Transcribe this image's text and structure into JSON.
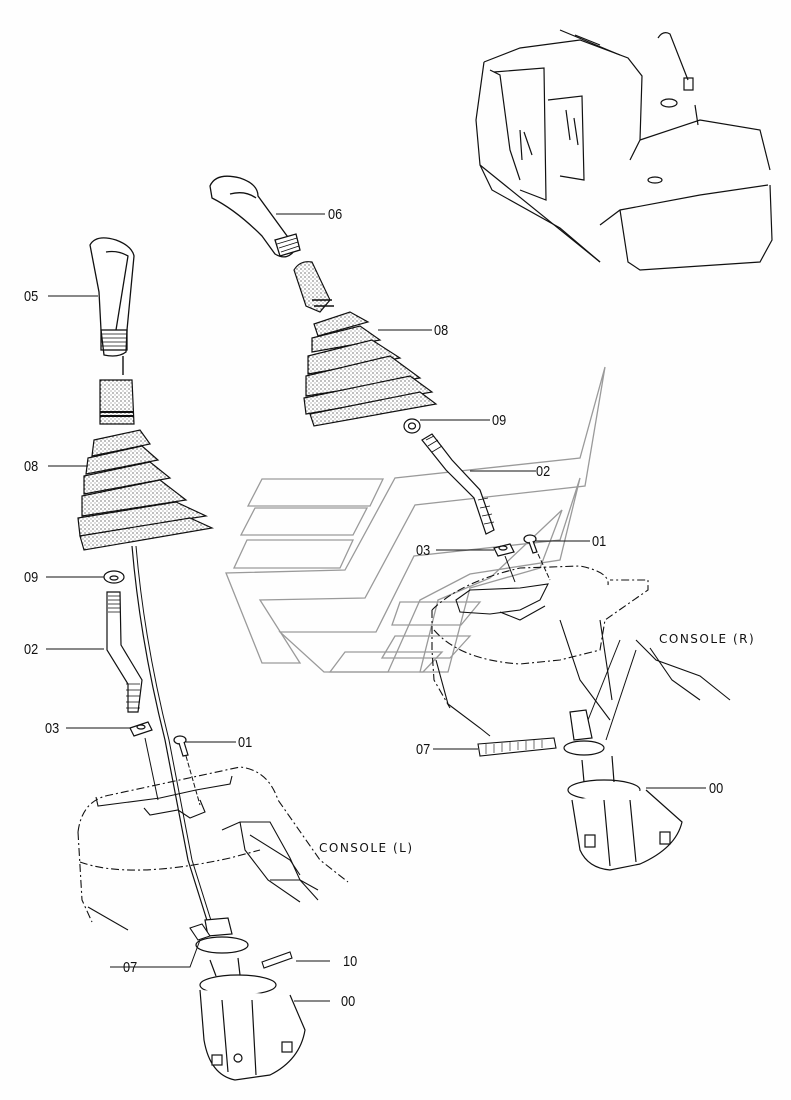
{
  "diagram": {
    "type": "exploded parts diagram",
    "subject": "Pilot control valve levers (left and right consoles)",
    "inset": "Excavator cab and upper structure overview",
    "watermark": "stylized logo (gray outline)",
    "colors": {
      "line": "#111111",
      "watermark": "#9a9a9a",
      "background": "#fefefe"
    }
  },
  "assemblies": {
    "left": {
      "console_label": "CONSOLE (L)",
      "callouts": [
        {
          "part": "05",
          "desc": "grip / knob"
        },
        {
          "part": "08",
          "desc": "boot"
        },
        {
          "part": "09",
          "desc": "nut"
        },
        {
          "part": "02",
          "desc": "lever"
        },
        {
          "part": "03",
          "desc": "nut"
        },
        {
          "part": "01",
          "desc": "bolt"
        },
        {
          "part": "07",
          "desc": "cable tie"
        },
        {
          "part": "10",
          "desc": "pin"
        },
        {
          "part": "00",
          "desc": "pilot valve"
        }
      ]
    },
    "right": {
      "console_label": "CONSOLE (R)",
      "callouts": [
        {
          "part": "06",
          "desc": "grip / knob"
        },
        {
          "part": "08",
          "desc": "boot"
        },
        {
          "part": "09",
          "desc": "nut"
        },
        {
          "part": "02",
          "desc": "lever"
        },
        {
          "part": "03",
          "desc": "nut"
        },
        {
          "part": "01",
          "desc": "bolt"
        },
        {
          "part": "07",
          "desc": "cable tie"
        },
        {
          "part": "00",
          "desc": "pilot valve"
        }
      ]
    }
  }
}
